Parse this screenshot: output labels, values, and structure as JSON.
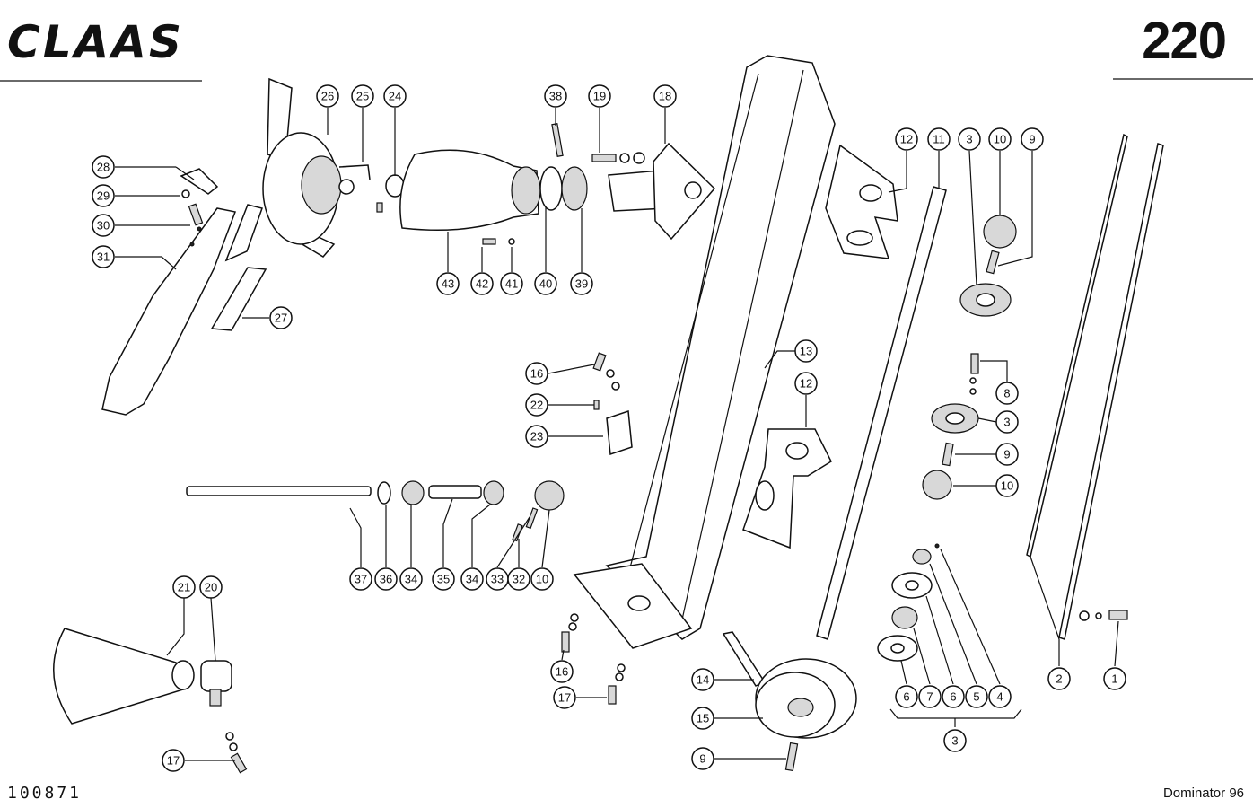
{
  "header": {
    "brand": "CLAAS",
    "sheet_number": "220"
  },
  "footer": {
    "reference_number": "100871",
    "model": "Dominator 96"
  },
  "callouts": [
    {
      "id": "c28",
      "label": "28"
    },
    {
      "id": "c29",
      "label": "29"
    },
    {
      "id": "c30",
      "label": "30"
    },
    {
      "id": "c31",
      "label": "31"
    },
    {
      "id": "c26",
      "label": "26"
    },
    {
      "id": "c25",
      "label": "25"
    },
    {
      "id": "c24",
      "label": "24"
    },
    {
      "id": "c27",
      "label": "27"
    },
    {
      "id": "c43",
      "label": "43"
    },
    {
      "id": "c42",
      "label": "42"
    },
    {
      "id": "c41",
      "label": "41"
    },
    {
      "id": "c40",
      "label": "40"
    },
    {
      "id": "c39",
      "label": "39"
    },
    {
      "id": "c38",
      "label": "38"
    },
    {
      "id": "c19",
      "label": "19"
    },
    {
      "id": "c18",
      "label": "18"
    },
    {
      "id": "c16a",
      "label": "16"
    },
    {
      "id": "c22",
      "label": "22"
    },
    {
      "id": "c23",
      "label": "23"
    },
    {
      "id": "c37",
      "label": "37"
    },
    {
      "id": "c36",
      "label": "36"
    },
    {
      "id": "c34a",
      "label": "34"
    },
    {
      "id": "c35",
      "label": "35"
    },
    {
      "id": "c34b",
      "label": "34"
    },
    {
      "id": "c33",
      "label": "33"
    },
    {
      "id": "c32",
      "label": "32"
    },
    {
      "id": "c10a",
      "label": "10"
    },
    {
      "id": "c21",
      "label": "21"
    },
    {
      "id": "c20",
      "label": "20"
    },
    {
      "id": "c17a",
      "label": "17"
    },
    {
      "id": "c16b",
      "label": "16"
    },
    {
      "id": "c17b",
      "label": "17"
    },
    {
      "id": "c13",
      "label": "13"
    },
    {
      "id": "c12a",
      "label": "12"
    },
    {
      "id": "c12b",
      "label": "12"
    },
    {
      "id": "c11",
      "label": "11"
    },
    {
      "id": "c3a",
      "label": "3"
    },
    {
      "id": "c10b",
      "label": "10"
    },
    {
      "id": "c9a",
      "label": "9"
    },
    {
      "id": "c8",
      "label": "8"
    },
    {
      "id": "c3b",
      "label": "3"
    },
    {
      "id": "c9b",
      "label": "9"
    },
    {
      "id": "c10c",
      "label": "10"
    },
    {
      "id": "c14",
      "label": "14"
    },
    {
      "id": "c15",
      "label": "15"
    },
    {
      "id": "c9c",
      "label": "9"
    },
    {
      "id": "c6a",
      "label": "6"
    },
    {
      "id": "c7",
      "label": "7"
    },
    {
      "id": "c6b",
      "label": "6"
    },
    {
      "id": "c5",
      "label": "5"
    },
    {
      "id": "c4",
      "label": "4"
    },
    {
      "id": "c3c",
      "label": "3"
    },
    {
      "id": "c2",
      "label": "2"
    },
    {
      "id": "c1",
      "label": "1"
    }
  ]
}
